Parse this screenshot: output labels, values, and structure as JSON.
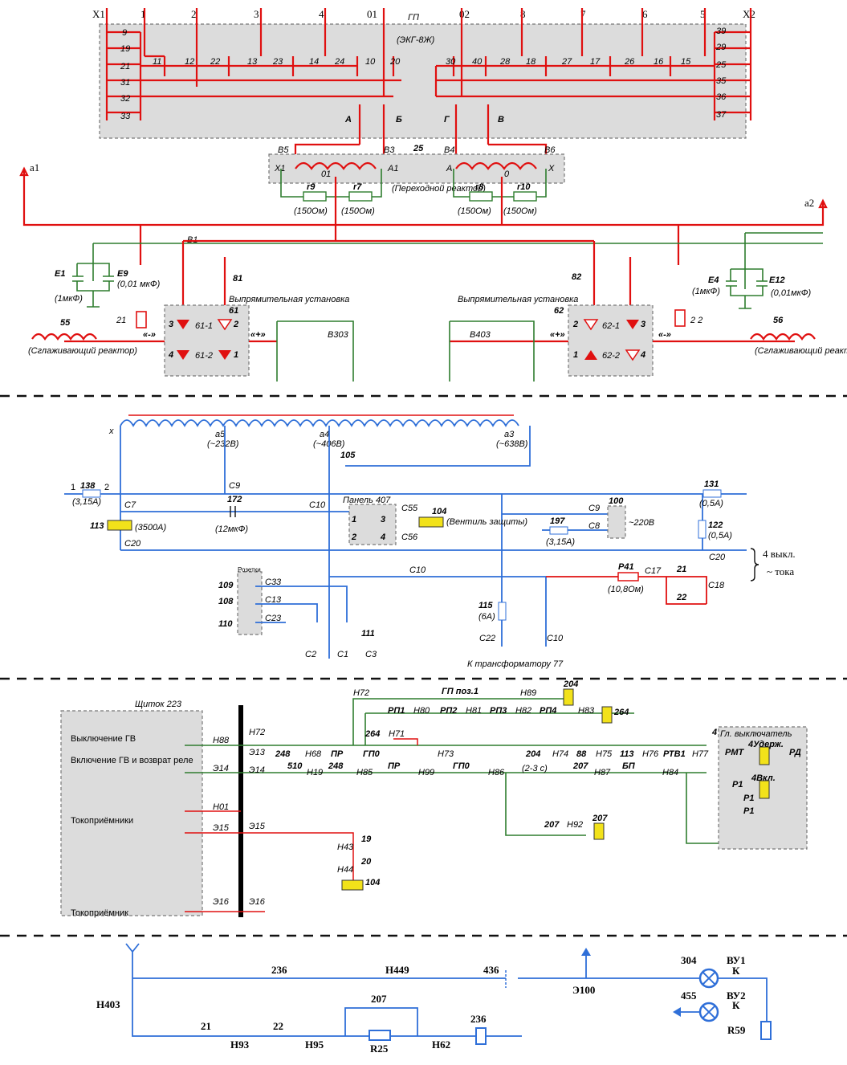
{
  "section1": {
    "title": "ГП",
    "subtitle": "(ЭКГ-8Ж)",
    "top_terminals": [
      "X1",
      "1",
      "2",
      "3",
      "4",
      "01",
      "02",
      "8",
      "7",
      "6",
      "5",
      "X2"
    ],
    "left_contacts": [
      "9",
      "19",
      "21",
      "31",
      "32",
      "33"
    ],
    "right_contacts": [
      "39",
      "29",
      "25",
      "35",
      "36",
      "37"
    ],
    "left_pairs": [
      "11",
      "12",
      "22",
      "13",
      "23",
      "14",
      "24",
      "10",
      "20"
    ],
    "right_pairs": [
      "30",
      "40",
      "28",
      "18",
      "27",
      "17",
      "26",
      "16",
      "15"
    ],
    "switches": [
      "А",
      "Б",
      "Г",
      "В"
    ],
    "reactor": {
      "number": "25",
      "label": "(Переходной\nреактор)",
      "terminals": [
        "В5",
        "В3",
        "В4",
        "В6",
        "X1",
        "01",
        "A1",
        "A",
        "0",
        "X"
      ],
      "resistors": [
        "r9",
        "r7",
        "r8",
        "r10"
      ],
      "ohms": "(150Ом)"
    },
    "a1": "a1",
    "a2": "a2",
    "b1": "В1",
    "cap_left": {
      "e1": "Е1",
      "e9": "Е9",
      "e1_val": "(1мкФ)",
      "e9_val": "(0,01\nмкФ)"
    },
    "cap_right": {
      "e4": "Е4",
      "e12": "Е12",
      "e4_val": "(1мкФ)",
      "e12_val": "(0,01мкФ)"
    },
    "switch_81": "81",
    "switch_82": "82",
    "rect_left": {
      "title": "Выпрямительная установка",
      "number": "61",
      "diodes": [
        "61-1",
        "61-2"
      ],
      "pins": [
        "3",
        "2",
        "4",
        "1"
      ]
    },
    "rect_right": {
      "title": "Выпрямительная установка",
      "number": "62",
      "diodes": [
        "62-1",
        "62-2"
      ],
      "pins": [
        "2",
        "3",
        "1",
        "4"
      ]
    },
    "relay_21": "21",
    "relay_22": "2 2",
    "minus": "«-»",
    "plus": "«+»",
    "b303": "В303",
    "b403": "В403",
    "reactor_55": {
      "number": "55",
      "label": "(Сглаживающий\nреактор)"
    },
    "reactor_56": {
      "number": "56",
      "label": "(Сглаживающий\nреактор)"
    }
  },
  "section2": {
    "winding_taps": {
      "x": "x",
      "a5": "а5",
      "a5_v": "(~232В)",
      "a4": "а4",
      "a4_v": "(~406В)",
      "a3": "а3",
      "a3_v": "(~638В)"
    },
    "fuse138": {
      "n1": "1",
      "label": "138",
      "n2": "2",
      "val": "(3,15А)"
    },
    "c9": "С9",
    "c7": "С7",
    "c10": "С10",
    "c20": "С20",
    "c55": "С55",
    "c56": "С56",
    "cap172": {
      "label": "172",
      "val": "(12мкФ)"
    },
    "fuse113": {
      "label": "113",
      "val": "(3500А)"
    },
    "switch105": "105",
    "panel407": {
      "title": "Панель 407",
      "pins": [
        "1",
        "3",
        "2",
        "4"
      ]
    },
    "valve104": {
      "label": "104",
      "text": "(Вентиль\nзащиты)"
    },
    "fuse131": {
      "label": "131",
      "val": "(0,5А)"
    },
    "block100": {
      "label": "100",
      "c9": "С9",
      "c8": "С8",
      "v": "~220В"
    },
    "fuse197": {
      "label": "197",
      "val": "(3,15А)"
    },
    "fuse122": {
      "label": "122",
      "val": "(0,5А)"
    },
    "c20r": "С20",
    "note_4": "4 выкл.",
    "note_tok": "~ тока",
    "c10_mid": "С10",
    "res41": {
      "label": "Р41",
      "val": "(10,8Ом)"
    },
    "c17": "С17",
    "c18": "С18",
    "k21": "21",
    "k22": "22",
    "sockets": {
      "title": "Розетки",
      "items": [
        "109",
        "108",
        "110"
      ],
      "lines": [
        "С33",
        "С13",
        "С23"
      ]
    },
    "switch111": {
      "label": "111",
      "contacts": [
        "С2",
        "С1",
        "С3"
      ]
    },
    "fuse115": {
      "label": "115",
      "val": "(6А)",
      "c22": "С22",
      "c10": "С10"
    },
    "to_trans": "К трансформатору 77"
  },
  "section3": {
    "panel223": "Щиток 223",
    "labels": [
      "Выключение ГВ",
      "Включение ГВ и\nвозврат реле",
      "Токоприёмники",
      "Токоприёмник"
    ],
    "wires_left": [
      "Н88",
      "Э14",
      "Н01",
      "Э15",
      "Э16"
    ],
    "wires_right": [
      "Н72",
      "Э13",
      "Э14",
      "Э15",
      "Э16"
    ],
    "row_top": {
      "h72": "Н72",
      "gp1": "ГП поз.1",
      "h89": "Н89",
      "k204": "204"
    },
    "row_rp": [
      "РП1",
      "Н80",
      "РП2",
      "Н81",
      "РП3",
      "Н82",
      "РП4",
      "Н83",
      "264"
    ],
    "row_h71": {
      "k264": "264",
      "h71": "Н71"
    },
    "row_e13": [
      "248",
      "Н68",
      "ПР",
      "ГП0",
      "Н73",
      "204",
      "Н74",
      "88",
      "Н75",
      "113",
      "Н76",
      "РТВ1",
      "Н77"
    ],
    "delay": "(2-3 с)",
    "row_e14": [
      "510",
      "Н19",
      "248",
      "Н85",
      "ПР",
      "Н99",
      "ГП0",
      "Н86",
      "207",
      "Н87",
      "БП",
      "Н84"
    ],
    "row_207": {
      "k207": "207",
      "h92": "Н92",
      "coil": "207"
    },
    "chain": [
      "19",
      "Н43",
      "20",
      "Н44",
      "104"
    ],
    "gv": {
      "title": "Гл. выключатель",
      "num4": "4",
      "rmt": "РМТ",
      "hold": "4Удерж.",
      "rd": "РД",
      "on": "4Вкл.",
      "p1": "Р1"
    }
  },
  "section4": {
    "h403": "Н403",
    "k236": "236",
    "h449": "Н449",
    "k436": "436",
    "e100": "Э100",
    "k304": "304",
    "vu1": "ВУ1",
    "k455": "455",
    "vu2": "ВУ2",
    "kk": "К",
    "r59": "R59",
    "k21": "21",
    "h93": "Н93",
    "k22": "22",
    "h95": "Н95",
    "k207": "207",
    "r25": "R25",
    "h62": "Н62",
    "coil236": "236"
  }
}
